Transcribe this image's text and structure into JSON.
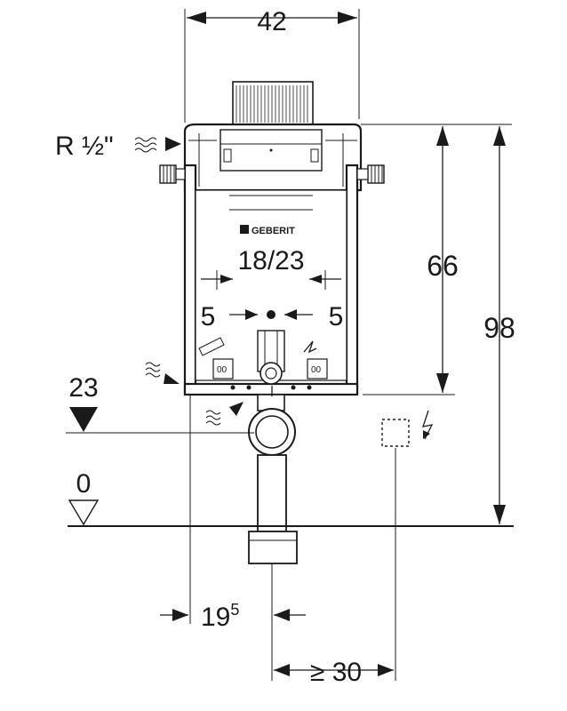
{
  "labels": {
    "width_top": "42",
    "pipe_connection": "R ½\"",
    "brand": "GEBERIT",
    "frame_opening": "18/23",
    "offset_left": "5",
    "offset_right": "5",
    "height_66": "66",
    "height_98": "98",
    "level_23": "23",
    "level_0": "0",
    "offset_19_main": "19",
    "offset_19_sup": "5",
    "min_distance": "≥ 30"
  },
  "colors": {
    "line": "#1a1a1a",
    "background": "#ffffff"
  }
}
